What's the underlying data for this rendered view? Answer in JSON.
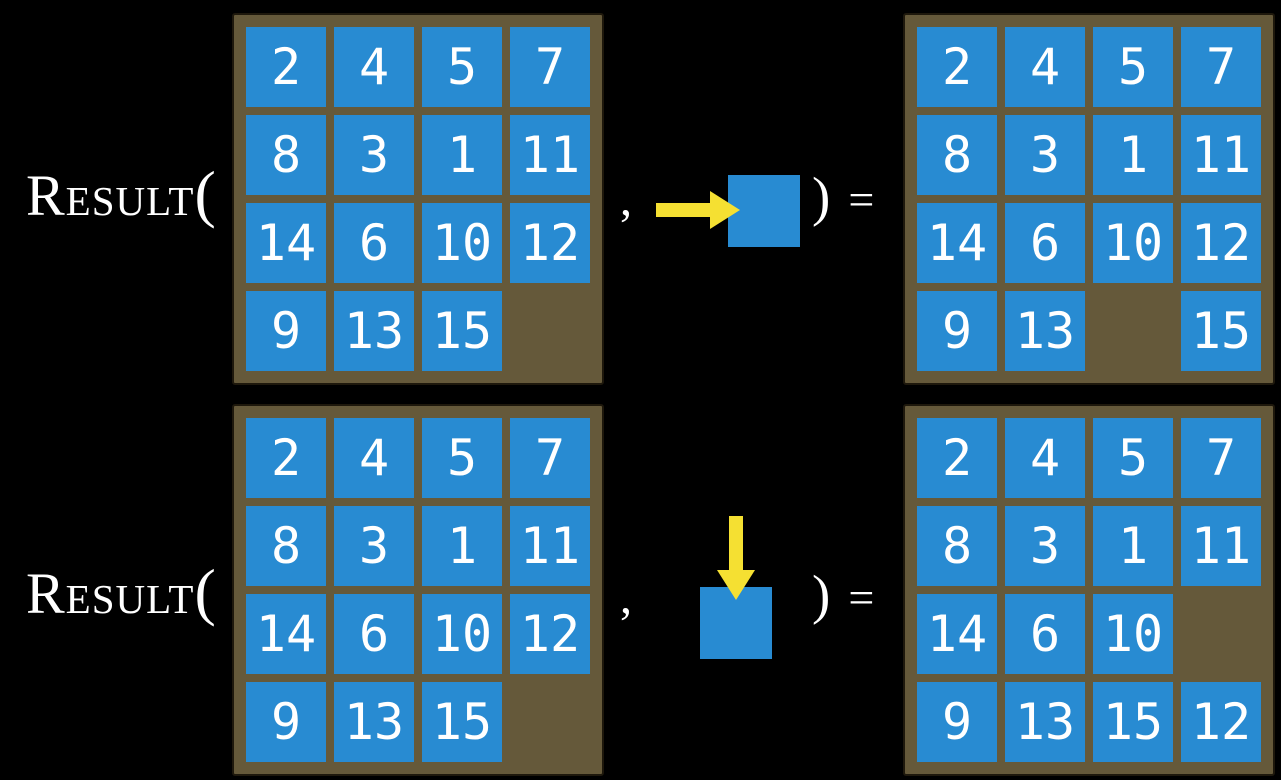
{
  "colors": {
    "background": "#000000",
    "board": "#65593a",
    "board_border": "#1e180c",
    "tile": "#288bd2",
    "tile_text": "#ffffff",
    "arrow": "#f5e032",
    "label_text": "#ffffff"
  },
  "rows": [
    {
      "function_name": "Result",
      "open_paren": "(",
      "comma": ",",
      "close_paren": ")",
      "equals": "=",
      "action": {
        "icon": "right-arrow-icon",
        "direction": "right"
      },
      "input_grid": [
        [
          2,
          4,
          5,
          7
        ],
        [
          8,
          3,
          1,
          11
        ],
        [
          14,
          6,
          10,
          12
        ],
        [
          9,
          13,
          15,
          null
        ]
      ],
      "output_grid": [
        [
          2,
          4,
          5,
          7
        ],
        [
          8,
          3,
          1,
          11
        ],
        [
          14,
          6,
          10,
          12
        ],
        [
          9,
          13,
          null,
          15
        ]
      ]
    },
    {
      "function_name": "Result",
      "open_paren": "(",
      "comma": ",",
      "close_paren": ")",
      "equals": "=",
      "action": {
        "icon": "down-arrow-icon",
        "direction": "down"
      },
      "input_grid": [
        [
          2,
          4,
          5,
          7
        ],
        [
          8,
          3,
          1,
          11
        ],
        [
          14,
          6,
          10,
          12
        ],
        [
          9,
          13,
          15,
          null
        ]
      ],
      "output_grid": [
        [
          2,
          4,
          5,
          7
        ],
        [
          8,
          3,
          1,
          11
        ],
        [
          14,
          6,
          10,
          null
        ],
        [
          9,
          13,
          15,
          12
        ]
      ]
    }
  ]
}
